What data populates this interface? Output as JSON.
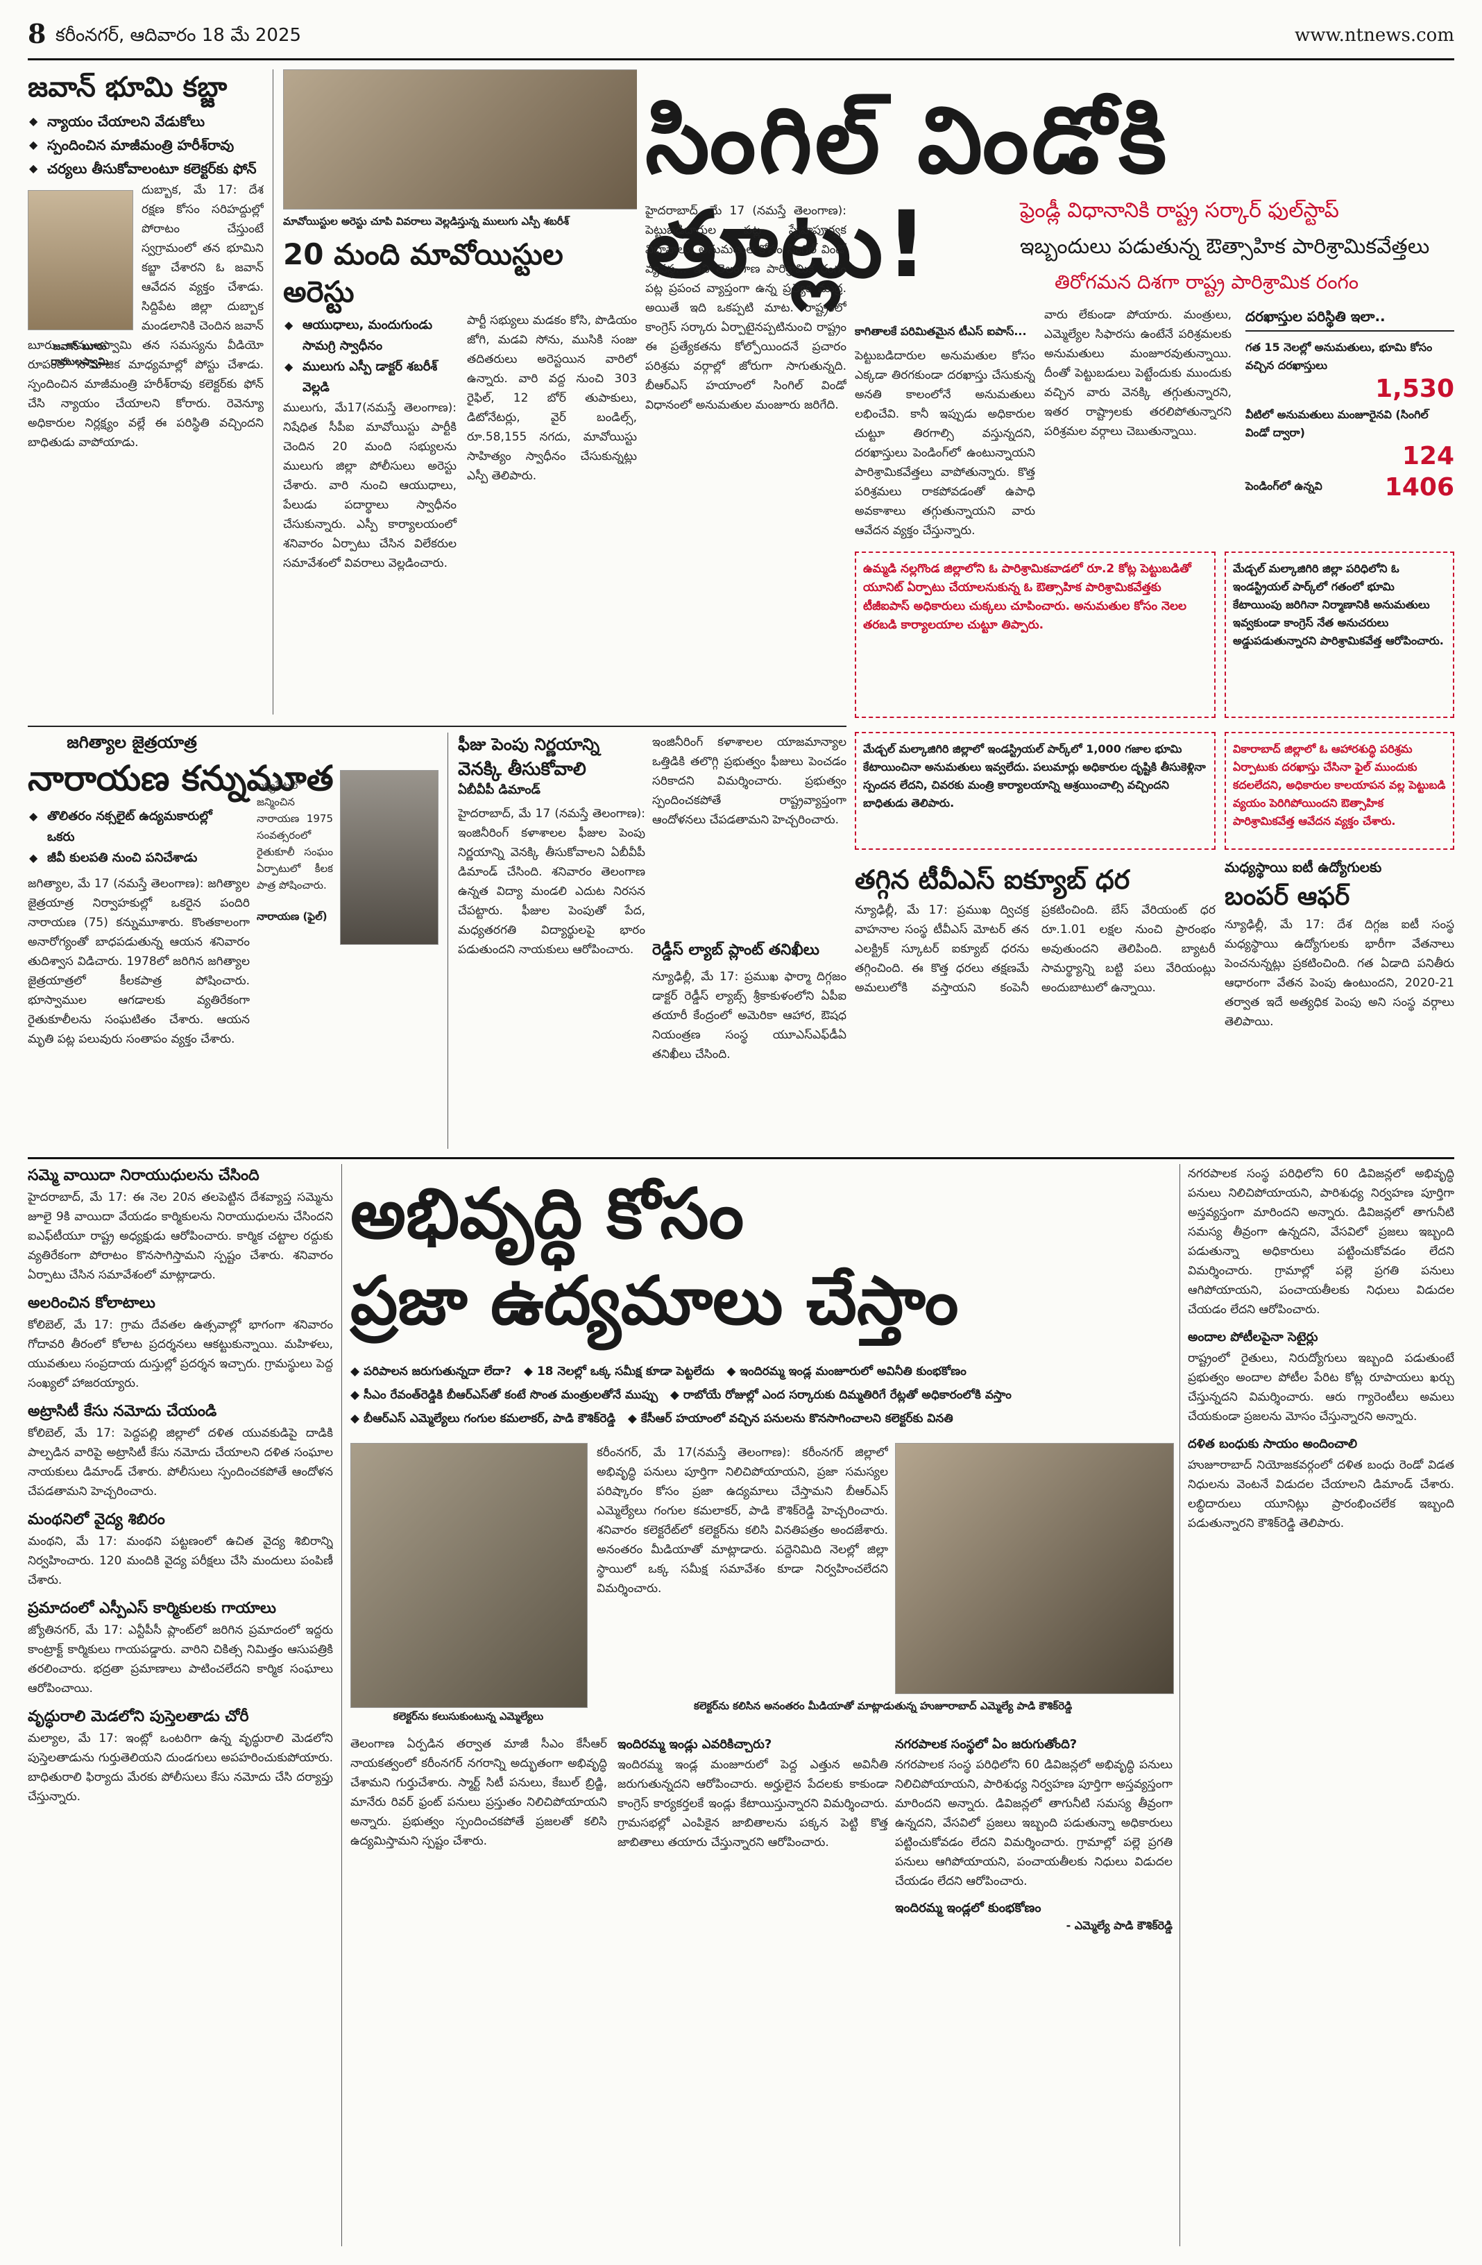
{
  "header": {
    "page_number": "8",
    "date": "కరీంనగర్, ఆదివారం 18 మే 2025",
    "website": "www.ntnews.com"
  },
  "lead": {
    "title": "సింగిల్ విండోకి తూట్లు!",
    "sub1": "ఫ్రెండ్లీ విధానానికి రాష్ట్ర సర్కార్ ఫుల్‌స్టాప్",
    "sub2": "ఇబ్బందులు పడుతున్న ఔత్సాహిక పారిశ్రామికవేత్తలు",
    "sub3": "తిరోగమన దిశగా రాష్ట్ర పారిశ్రామిక రంగం",
    "body1": "హైదరాబాద్, మే 17 (నమస్తే తెలంగాణ): పెట్టుబడిదారుల పట్ల స్నేహపూర్వక విధానాలు, అనుమతుల కోసం సింగిల్ విండో వ్యవస్థ... ఇవి తెలంగాణ పారిశ్రామిక రంగం పట్ల ప్రపంచ వ్యాప్తంగా ఉన్న ప్రత్యేక ముద్ర. అయితే ఇది ఒకప్పటి మాట. రాష్ట్రంలో కాంగ్రెస్ సర్కారు ఏర్పాటైనప్పటినుంచి రాష్ట్రం ఈ ప్రత్యేకతను కోల్పోయిందనే ప్రచారం పరిశ్రమ వర్గాల్లో జోరుగా సాగుతున్నది. బీఆర్‌ఎస్ హయాంలో సింగిల్ విండో విధానంలో అనుమతుల మంజూరు జరిగేది.",
    "body2": "పెట్టుబడిదారుల అనుమతుల కోసం ఎక్కడా తిరగకుండా దరఖాస్తు చేసుకున్న అనతి కాలంలోనే అనుమతులు లభించేవి. కానీ ఇప్పుడు అధికారుల చుట్టూ తిరగాల్సి వస్తున్నదని, దరఖాస్తులు పెండింగ్‌లో ఉంటున్నాయని పారిశ్రామికవేత్తలు వాపోతున్నారు. కొత్త పరిశ్రమలు రాకపోవడంతో ఉపాధి అవకాశాలు తగ్గుతున్నాయని వారు ఆవేదన వ్యక్తం చేస్తున్నారు.",
    "body3": "వారు లేకుండా పోయారు. మంత్రులు, ఎమ్మెల్యేల సిఫారసు ఉంటేనే పరిశ్రమలకు అనుమతులు మంజూరవుతున్నాయి. దీంతో పెట్టుబడులు పెట్టేందుకు ముందుకు వచ్చిన వారు వెనక్కి తగ్గుతున్నారని, ఇతర రాష్ట్రాలకు తరలిపోతున్నారని పరిశ్రమల వర్గాలు చెబుతున్నాయి.",
    "kicker": "కాగితాలకే పరిమితమైన టీఎస్ ఐపాస్...",
    "stats_title": "దరఖాస్తుల పరిస్థితి ఇలా..",
    "stats": [
      {
        "label": "గత 15 నెలల్లో అనుమతులు, భూమి కోసం వచ్చిన దరఖాస్తులు",
        "value": "1,530"
      },
      {
        "label": "వీటిలో అనుమతులు మంజూరైనవి (సింగిల్ విండో ద్వారా)",
        "value": "124"
      },
      {
        "label": "పెండింగ్‌లో ఉన్నవి",
        "value": "1406"
      }
    ],
    "box1": "ఉమ్మడి నల్లగొండ జిల్లాలోని ఓ పారిశ్రామికవాడలో రూ.2 కోట్ల పెట్టుబడితో యూనిట్ ఏర్పాటు చేయాలనుకున్న ఓ ఔత్సాహిక పారిశ్రామికవేత్తకు టీజీఐపాస్ అధికారులు చుక్కలు చూపించారు. అనుమతుల కోసం నెలల తరబడి కార్యాలయాల చుట్టూ తిప్పారు.",
    "box2": "మేడ్చల్ మల్కాజిగిరి జిల్లా పరిధిలోని ఓ ఇండస్ట్రియల్ పార్క్‌లో గతంలో భూమి కేటాయింపు జరిగినా నిర్మాణానికి అనుమతులు ఇవ్వకుండా కాంగ్రెస్ నేత అనుచరులు అడ్డుపడుతున్నారని పారిశ్రామికవేత్త ఆరోపించారు.",
    "box3": "మేడ్చల్ మల్కాజిగిరి జిల్లాలో ఇండస్ట్రియల్ పార్క్‌లో 1,000 గజాల భూమి కేటాయించినా అనుమతులు ఇవ్వలేదు. పలుమార్లు అధికారుల దృష్టికి తీసుకెళ్లినా స్పందన లేదని, చివరకు మంత్రి కార్యాలయాన్ని ఆశ్రయించాల్సి వచ్చిందని బాధితుడు తెలిపారు.",
    "box4": "వికారాబాద్ జిల్లాలో ఓ ఆహారశుద్ధి పరిశ్రమ ఏర్పాటుకు దరఖాస్తు చేసినా ఫైల్ ముందుకు కదలలేదని, అధికారుల కాలయాపన వల్ల పెట్టుబడి వ్యయం పెరిగిపోయిందని ఔత్సాహిక పారిశ్రామికవేత్త ఆవేదన వ్యక్తం చేశారు."
  },
  "col_left": {
    "title": "జవాన్ భూమి కబ్జా",
    "bullets": [
      "న్యాయం చేయాలని వేడుకోలు",
      "స్పందించిన మాజీమంత్రి హరీశ్‌రావు",
      "చర్యలు తీసుకోవాలంటూ కలెక్టర్‌కు ఫోన్"
    ],
    "caption": "జవాన్ బూరు రాములస్వామి",
    "body": "దుబ్బాక, మే 17: దేశ రక్షణ కోసం సరిహద్దుల్లో పోరాటం చేస్తుంటే స్వగ్రామంలో తన భూమిని కబ్జా చేశారని ఓ జవాన్ ఆవేదన వ్యక్తం చేశాడు. సిద్దిపేట జిల్లా దుబ్బాక మండలానికి చెందిన జవాన్ బూరు రాములస్వామి తన సమస్యను వీడియో రూపంలో సామాజిక మాధ్యమాల్లో పోస్టు చేశాడు. స్పందించిన మాజీమంత్రి హరీశ్‌రావు కలెక్టర్‌కు ఫోన్ చేసి న్యాయం చేయాలని కోరారు. రెవెన్యూ అధికారుల నిర్లక్ష్యం వల్లే ఈ పరిస్థితి వచ్చిందని బాధితుడు వాపోయాడు."
  },
  "maoists": {
    "kicker": "మావోయిస్టుల అరెస్టు చూపి వివరాలు వెల్లడిస్తున్న ములుగు ఎస్పీ శబరీశ్",
    "title": "20 మంది మావోయిస్టుల అరెస్టు",
    "bullets": [
      "ఆయుధాలు, మందుగుండు సామగ్రి స్వాధీనం",
      "ములుగు ఎస్పీ డాక్టర్ శబరీశ్ వెల్లడి"
    ],
    "body1": "ములుగు, మే17(నమస్తే తెలంగాణ): నిషేధిత సీపీఐ మావోయిస్టు పార్టీకి చెందిన 20 మంది సభ్యులను ములుగు జిల్లా పోలీసులు అరెస్టు చేశారు. వారి నుంచి ఆయుధాలు, పేలుడు పదార్థాలు స్వాధీనం చేసుకున్నారు. ఎస్పీ కార్యాలయంలో శనివారం ఏర్పాటు చేసిన విలేకరుల సమావేశంలో వివరాలు వెల్లడించారు.",
    "body2": "పార్టీ సభ్యులు మడకం కోసి, పొడియం జోగి, మడవి సోను, ముసికి సంజు తదితరులు అరెస్టయిన వారిలో ఉన్నారు. వారి వద్ద నుంచి 303 రైఫిల్, 12 బోర్ తుపాకులు, డిటోనేటర్లు, వైర్ బండిల్స్, రూ.58,155 నగదు, మావోయిస్టు సాహిత్యం స్వాధీనం చేసుకున్నట్లు ఎస్పీ తెలిపారు."
  },
  "jagtial": {
    "kicker": "జగిత్యాల జైత్రయాత్ర",
    "title": "నారాయణ కన్నుమూత",
    "bullets": [
      "తొలితరం నక్సలైట్ ఉద్యమకారుల్లో ఒకరు",
      "జీవీ కులపతి నుంచి పనిచేశాడు"
    ],
    "side": "లక్ష్యపేటలో జన్మించిన నారాయణ 1975 సంవత్సరంలో రైతుకూలీ సంఘం ఏర్పాటులో కీలక పాత్ర పోషించారు.",
    "caption": "నారాయణ (ఫైల్)",
    "body": "జగిత్యాల, మే 17 (నమస్తే తెలంగాణ): జగిత్యాల జైత్రయాత్ర నిర్వాహకుల్లో ఒకరైన పందిరి నారాయణ (75) కన్నుమూశారు. కొంతకాలంగా అనారోగ్యంతో బాధపడుతున్న ఆయన శనివారం తుదిశ్వాస విడిచారు. 1978లో జరిగిన జగిత్యాల జైత్రయాత్రలో కీలకపాత్ర పోషించారు. భూస్వాముల ఆగడాలకు వ్యతిరేకంగా రైతుకూలీలను సంఘటితం చేశారు. ఆయన మృతి పట్ల పలువురు సంతాపం వ్యక్తం చేశారు."
  },
  "vennela": {
    "title1": "ఫీజు పెంపు నిర్ణయాన్ని",
    "title2": "వెనక్కి తీసుకోవాలి",
    "kicker": "ఏబీవీపీ డిమాండ్",
    "body": "హైదరాబాద్, మే 17 (నమస్తే తెలంగాణ): ఇంజినీరింగ్ కళాశాలల ఫీజుల పెంపు నిర్ణయాన్ని వెనక్కి తీసుకోవాలని ఏబీవీపీ డిమాండ్ చేసింది. శనివారం తెలంగాణ ఉన్నత విద్యా మండలి ఎదుట నిరసన చేపట్టారు. ఫీజుల పెంపుతో పేద, మధ్యతరగతి విద్యార్థులపై భారం పడుతుందని నాయకులు ఆరోపించారు.",
    "sub": "రెడ్డీస్ ల్యాబ్ ప్లాంట్ తనిఖీలు",
    "sub_body": "న్యూఢిల్లీ, మే 17: ప్రముఖ ఫార్మా దిగ్గజం డాక్టర్ రెడ్డీస్ ల్యాబ్స్ శ్రీకాకుళంలోని ఏపీఐ తయారీ కేంద్రంలో అమెరికా ఆహార, ఔషధ నియంత్రణ సంస్థ యూఎస్‌ఎఫ్‌డీఏ తనిఖీలు చేసింది."
  },
  "tvs": {
    "title": "తగ్గిన టీవీఎస్ ఐక్యూబ్ ధర",
    "body": "న్యూఢిల్లీ, మే 17: ప్రముఖ ద్విచక్ర వాహనాల సంస్థ టీవీఎస్ మోటర్ తన ఎలక్ట్రిక్ స్కూటర్ ఐక్యూబ్ ధరను తగ్గించింది. ఈ కొత్త ధరలు తక్షణమే అమలులోకి వస్తాయని కంపెనీ ప్రకటించింది. బేస్ వేరియంట్ ధర రూ.1.01 లక్షల నుంచి ప్రారంభం అవుతుందని తెలిపింది. బ్యాటరీ సామర్థ్యాన్ని బట్టి పలు వేరియంట్లు అందుబాటులో ఉన్నాయి."
  },
  "bumper": {
    "kicker": "మధ్యస్థాయి ఐటీ ఉద్యోగులకు",
    "title": "బంపర్ ఆఫర్",
    "body": "న్యూఢిల్లీ, మే 17: దేశ దిగ్గజ ఐటీ సంస్థ మధ్యస్థాయి ఉద్యోగులకు భారీగా వేతనాలు పెంచనున్నట్లు ప్రకటించింది. గత ఏడాది పనితీరు ఆధారంగా వేతన పెంపు ఉంటుందని, 2020-21 తర్వాత ఇదే అత్యధిక పెంపు అని సంస్థ వర్గాలు తెలిపాయి."
  },
  "bottom": {
    "title1": "అభివృద్ధి కోసం",
    "title2": "ప్రజా ఉద్యమాలు చేస్తాం",
    "bullets": [
      "పరిపాలన జరుగుతున్నదా లేదా?",
      "18 నెలల్లో ఒక్క సమీక్ష కూడా పెట్టలేదు",
      "ఇందిరమ్మ ఇండ్ల మంజూరులో అవినీతి కుంభకోణం",
      "సీఎం రేవంత్‌రెడ్డికి బీఆర్‌ఎస్‌తో కంటే సొంత మంత్రులతోనే ముప్పు",
      "రాబోయే రోజుల్లో ఎంద సర్కారుకు దిమ్మతిరిగే రేట్లతో అధికారంలోకి వస్తాం",
      "బీఆర్‌ఎస్ ఎమ్మెల్యేలు గంగుల కమలాకర్, పాడి కౌశిక్‌రెడ్డి",
      "కేసీఆర్ హయాంలో వచ్చిన పనులను కొనసాగించాలని కలెక్టర్‌కు వినతి"
    ],
    "body1": "కరీంనగర్, మే 17(నమస్తే తెలంగాణ): కరీంనగర్ జిల్లాలో అభివృద్ధి పనులు పూర్తిగా నిలిచిపోయాయని, ప్రజా సమస్యల పరిష్కారం కోసం ప్రజా ఉద్యమాలు చేస్తామని బీఆర్‌ఎస్ ఎమ్మెల్యేలు గంగుల కమలాకర్, పాడి కౌశిక్‌రెడ్డి హెచ్చరించారు. శనివారం కలెక్టరేట్‌లో కలెక్టర్‌ను కలిసి వినతిపత్రం అందజేశారు. అనంతరం మీడియాతో మాట్లాడారు. పద్దెనిమిది నెలల్లో జిల్లా స్థాయిలో ఒక్క సమీక్ష సమావేశం కూడా నిర్వహించలేదని విమర్శించారు.",
    "caption": "కలెక్టర్‌ను కలిసిన అనంతరం మీడియాతో మాట్లాడుతున్న హుజూరాబాద్ ఎమ్మెల్యే పాడి కౌశిక్‌రెడ్డి",
    "caption2": "కలెక్టర్‌ను కలుసుకుంటున్న ఎమ్మెల్యేలు",
    "body2": "తెలంగాణ ఏర్పడిన తర్వాత మాజీ సీఎం కేసీఆర్ నాయకత్వంలో కరీంనగర్ నగరాన్ని అద్భుతంగా అభివృద్ధి చేశామని గుర్తుచేశారు. స్మార్ట్ సిటీ పనులు, కేబుల్ బ్రిడ్జి, మానేరు రివర్ ఫ్రంట్ పనులు ప్రస్తుతం నిలిచిపోయాయని అన్నారు. ప్రభుత్వం స్పందించకపోతే ప్రజలతో కలిసి ఉద్యమిస్తామని స్పష్టం చేశారు.",
    "body3": "ఇందిరమ్మ ఇండ్ల మంజూరులో పెద్ద ఎత్తున అవినీతి జరుగుతున్నదని ఆరోపించారు. అర్హులైన పేదలకు కాకుండా కాంగ్రెస్ కార్యకర్తలకే ఇండ్లు కేటాయిస్తున్నారని విమర్శించారు. గ్రామసభల్లో ఎంపికైన జాబితాలను పక్కన పెట్టి కొత్త జాబితాలు తయారు చేస్తున్నారని ఆరోపించారు.",
    "sub_a": "ఇందిరమ్మ ఇండ్లు ఎవరికిచ్చారు?",
    "sub_b": "నగరపాలక సంస్థలో ఏం జరుగుతోంది?",
    "sub_c": "ఇందిరమ్మ ఇండ్లలో కుంభకోణం",
    "body_right": "నగరపాలక సంస్థ పరిధిలోని 60 డివిజన్లలో అభివృద్ధి పనులు నిలిచిపోయాయని, పారిశుధ్య నిర్వహణ పూర్తిగా అస్తవ్యస్తంగా మారిందని అన్నారు. డివిజన్లలో తాగునీటి సమస్య తీవ్రంగా ఉన్నదని, వేసవిలో ప్రజలు ఇబ్బంది పడుతున్నా అధికారులు పట్టించుకోవడం లేదని విమర్శించారు. గ్రామాల్లో పల్లె ప్రగతి పనులు ఆగిపోయాయని, పంచాయతీలకు నిధులు విడుదల చేయడం లేదని ఆరోపించారు.",
    "sub_right": "అందాల పోటీలపైనా సెటైర్లు",
    "body_right2": "రాష్ట్రంలో రైతులు, నిరుద్యోగులు ఇబ్బంది పడుతుంటే ప్రభుత్వం అందాల పోటీల పేరిట కోట్ల రూపాయలు ఖర్చు చేస్తున్నదని విమర్శించారు. ఆరు గ్యారెంటీలు అమలు చేయకుండా ప్రజలను మోసం చేస్తున్నారని అన్నారు.",
    "sub_right2": "దళిత బంధుకు సాయం అందించాలి",
    "body_right3": "హుజూరాబాద్ నియోజకవర్గంలో దళిత బంధు రెండో విడత నిధులను వెంటనే విడుదల చేయాలని డిమాండ్ చేశారు. లబ్ధిదారులు యూనిట్లు ప్రారంభించలేక ఇబ్బంది పడుతున్నారని కౌశిక్‌రెడ్డి తెలిపారు.",
    "sign": "- ఎమ్మెల్యే పాడి కౌశిక్‌రెడ్డి"
  },
  "left_bottom": {
    "h1": "సమ్మె వాయిదా నిరాయుధులను చేసింది",
    "p1": "హైదరాబాద్, మే 17: ఈ నెల 20న తలపెట్టిన దేశవ్యాప్త సమ్మెను జూలై 9కి వాయిదా వేయడం కార్మికులను నిరాయుధులను చేసిందని ఐఎఫ్‌టీయూ రాష్ట్ర అధ్యక్షుడు ఆరోపించారు. కార్మిక చట్టాల రద్దుకు వ్యతిరేకంగా పోరాటం కొనసాగిస్తామని స్పష్టం చేశారు. శనివారం ఏర్పాటు చేసిన సమావేశంలో మాట్లాడారు.",
    "h2": "అలరించిన కోలాటాలు",
    "p2": "కోలిబెల్, మే 17: గ్రామ దేవతల ఉత్సవాల్లో భాగంగా శనివారం గోదావరి తీరంలో కోలాట ప్రదర్శనలు ఆకట్టుకున్నాయి. మహిళలు, యువతులు సంప్రదాయ దుస్తుల్లో ప్రదర్శన ఇచ్చారు. గ్రామస్థులు పెద్ద సంఖ్యలో హాజరయ్యారు.",
    "h3": "అట్రాసిటీ కేసు నమోదు చేయండి",
    "p3": "కోలిబెల్, మే 17: పెద్దపల్లి జిల్లాలో దళిత యువకుడిపై దాడికి పాల్పడిన వారిపై అట్రాసిటీ కేసు నమోదు చేయాలని దళిత సంఘాల నాయకులు డిమాండ్ చేశారు. పోలీసులు స్పందించకపోతే ఆందోళన చేపడతామని హెచ్చరించారు.",
    "h4": "మంథనిలో వైద్య శిబిరం",
    "p4": "మంథని, మే 17: మంథని పట్టణంలో ఉచిత వైద్య శిబిరాన్ని నిర్వహించారు. 120 మందికి వైద్య పరీక్షలు చేసి మందులు పంపిణీ చేశారు.",
    "h5": "ప్రమాదంలో ఎస్పీఎస్ కార్మికులకు గాయాలు",
    "p5": "జ్యోతినగర్, మే 17: ఎన్టీపీసీ ప్లాంట్‌లో జరిగిన ప్రమాదంలో ఇద్దరు కాంట్రాక్ట్ కార్మికులు గాయపడ్డారు. వారిని చికిత్స నిమిత్తం ఆసుపత్రికి తరలించారు. భద్రతా ప్రమాణాలు పాటించలేదని కార్మిక సంఘాలు ఆరోపించాయి.",
    "h6": "వృద్ధురాలి మెడలోని పుస్తెలతాడు చోరీ",
    "p6": "మల్యాల, మే 17: ఇంట్లో ఒంటరిగా ఉన్న వృద్ధురాలి మెడలోని పుస్తెలతాడును గుర్తుతెలియని దుండగులు అపహరించుకుపోయారు. బాధితురాలి ఫిర్యాదు మేరకు పోలీసులు కేసు నమోదు చేసి దర్యాప్తు చేస్తున్నారు."
  }
}
